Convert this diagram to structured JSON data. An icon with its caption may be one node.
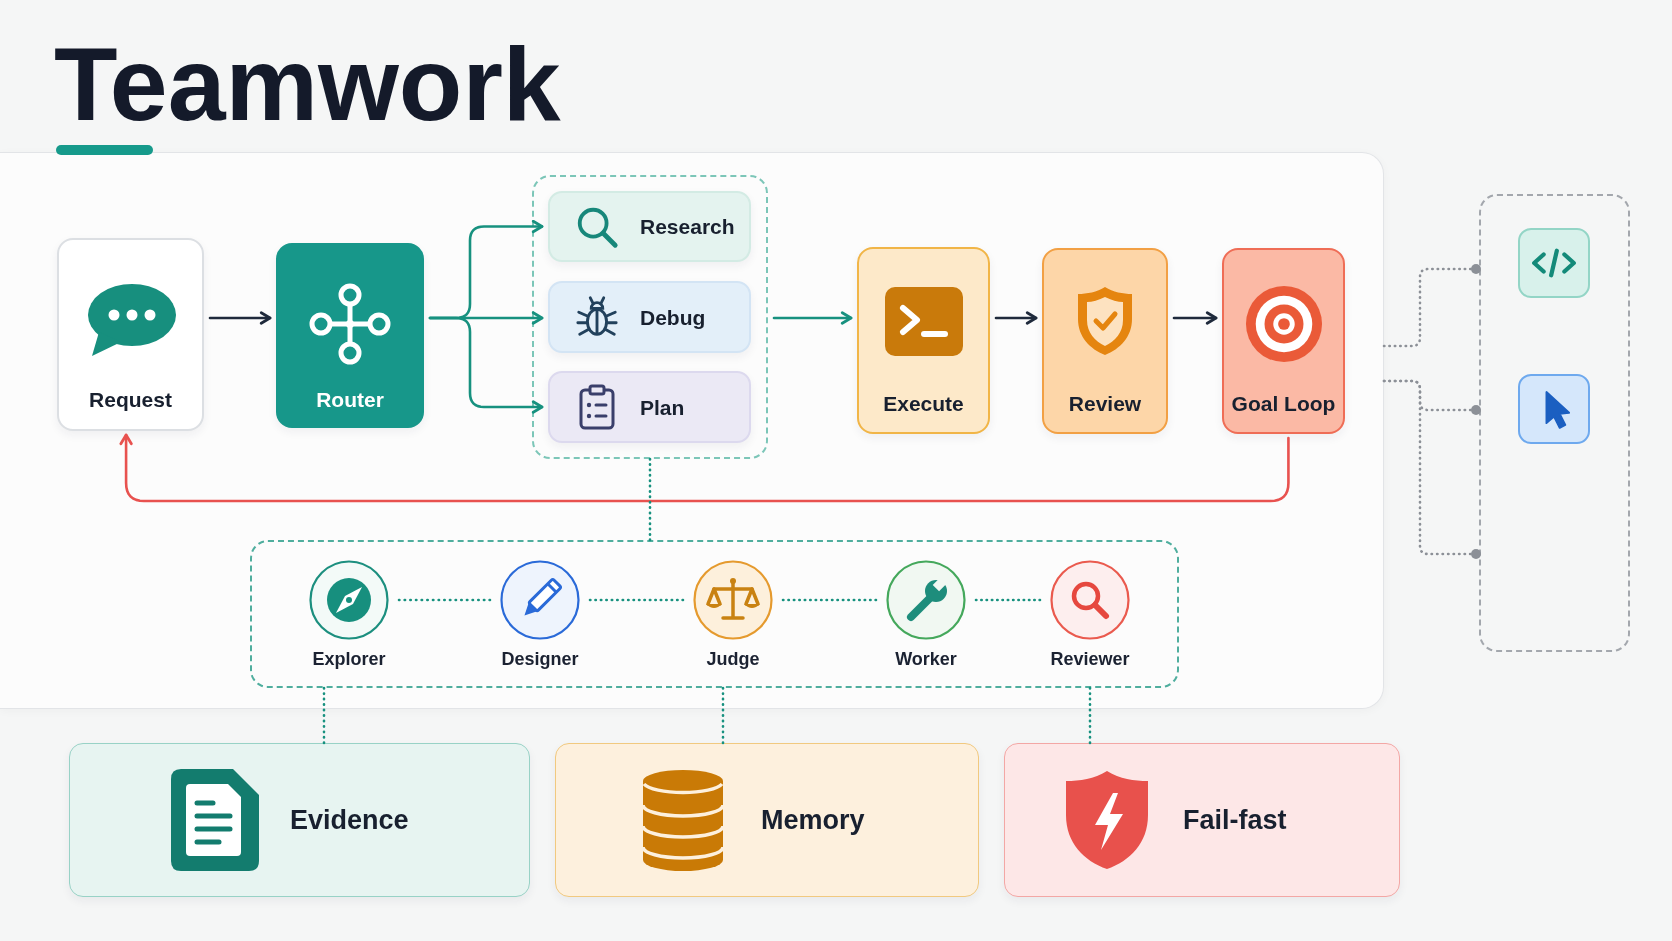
{
  "diagram": {
    "title": "Teamwork",
    "nodes": [
      {
        "text": [],
        "shape": "box"
      },
      {
        "text": [
          "Request"
        ],
        "in": 0
      },
      {
        "text": [
          "Router"
        ],
        "in": 0
      },
      {
        "text": [],
        "shape": "box",
        "in": 0
      },
      {
        "text": [
          "Research"
        ],
        "in": 3
      },
      {
        "text": [
          "Debug"
        ],
        "in": 3
      },
      {
        "text": [
          "Plan"
        ],
        "in": 3
      },
      {
        "text": [
          "Execute"
        ],
        "in": 0
      },
      {
        "text": [
          "Review"
        ],
        "in": 0
      },
      {
        "text": [
          "Goal Loop"
        ],
        "in": 0
      },
      {
        "text": [],
        "shape": "box",
        "in": 0
      },
      {
        "text": [
          "Explorer"
        ],
        "in": 10
      },
      {
        "text": [
          "Designer"
        ],
        "in": 10
      },
      {
        "text": [
          "Judge"
        ],
        "in": 10
      },
      {
        "text": [
          "Worker"
        ],
        "in": 10
      },
      {
        "text": [
          "Reviewer"
        ],
        "in": 10
      },
      {
        "text": [],
        "shape": "box"
      },
      {
        "text": [],
        "shape": "box",
        "in": 16
      },
      {
        "text": [],
        "shape": "box",
        "in": 16
      },
      {
        "text": [
          "Evidence"
        ]
      },
      {
        "text": [
          "Memory"
        ]
      },
      {
        "text": [
          "Fail-fast"
        ]
      }
    ],
    "edges": [
      {
        "from": 1,
        "to": 2,
        "arrow": "to",
        "color": "#1f2a3c"
      },
      {
        "from": 2,
        "to": 4,
        "arrow": "to"
      },
      {
        "from": 2,
        "to": 5,
        "arrow": "to"
      },
      {
        "from": 2,
        "to": 6,
        "arrow": "to"
      },
      {
        "from": 3,
        "to": 7,
        "arrow": "to"
      },
      {
        "from": 7,
        "to": 8,
        "arrow": "to",
        "color": "#1f2a3c"
      },
      {
        "from": 8,
        "to": 9,
        "arrow": "to",
        "color": "#1f2a3c"
      },
      {
        "from": 9,
        "to": 1,
        "arrow": "to",
        "color": "#e8524f"
      },
      {
        "from": 3,
        "to": 10,
        "arrow": "none",
        "style": "dashed"
      },
      {
        "from": 11,
        "to": 12,
        "arrow": "none",
        "style": "dashed"
      },
      {
        "from": 12,
        "to": 13,
        "arrow": "none",
        "style": "dashed"
      },
      {
        "from": 13,
        "to": 14,
        "arrow": "none",
        "style": "dashed"
      },
      {
        "from": 14,
        "to": 15,
        "arrow": "none",
        "style": "dashed"
      },
      {
        "from": 10,
        "to": 19,
        "arrow": "none",
        "style": "dashed"
      },
      {
        "from": 10,
        "to": 20,
        "arrow": "none",
        "style": "dashed"
      },
      {
        "from": 10,
        "to": 21,
        "arrow": "none",
        "style": "dashed"
      },
      {
        "from": 0,
        "to": 16,
        "arrow": "other",
        "style": "dashed",
        "color": "#8c9097"
      },
      {
        "from": 0,
        "to": 16,
        "arrow": "other",
        "style": "dashed",
        "color": "#8c9097"
      },
      {
        "from": 0,
        "to": 16,
        "arrow": "other",
        "style": "dashed",
        "color": "#8c9097"
      }
    ]
  }
}
